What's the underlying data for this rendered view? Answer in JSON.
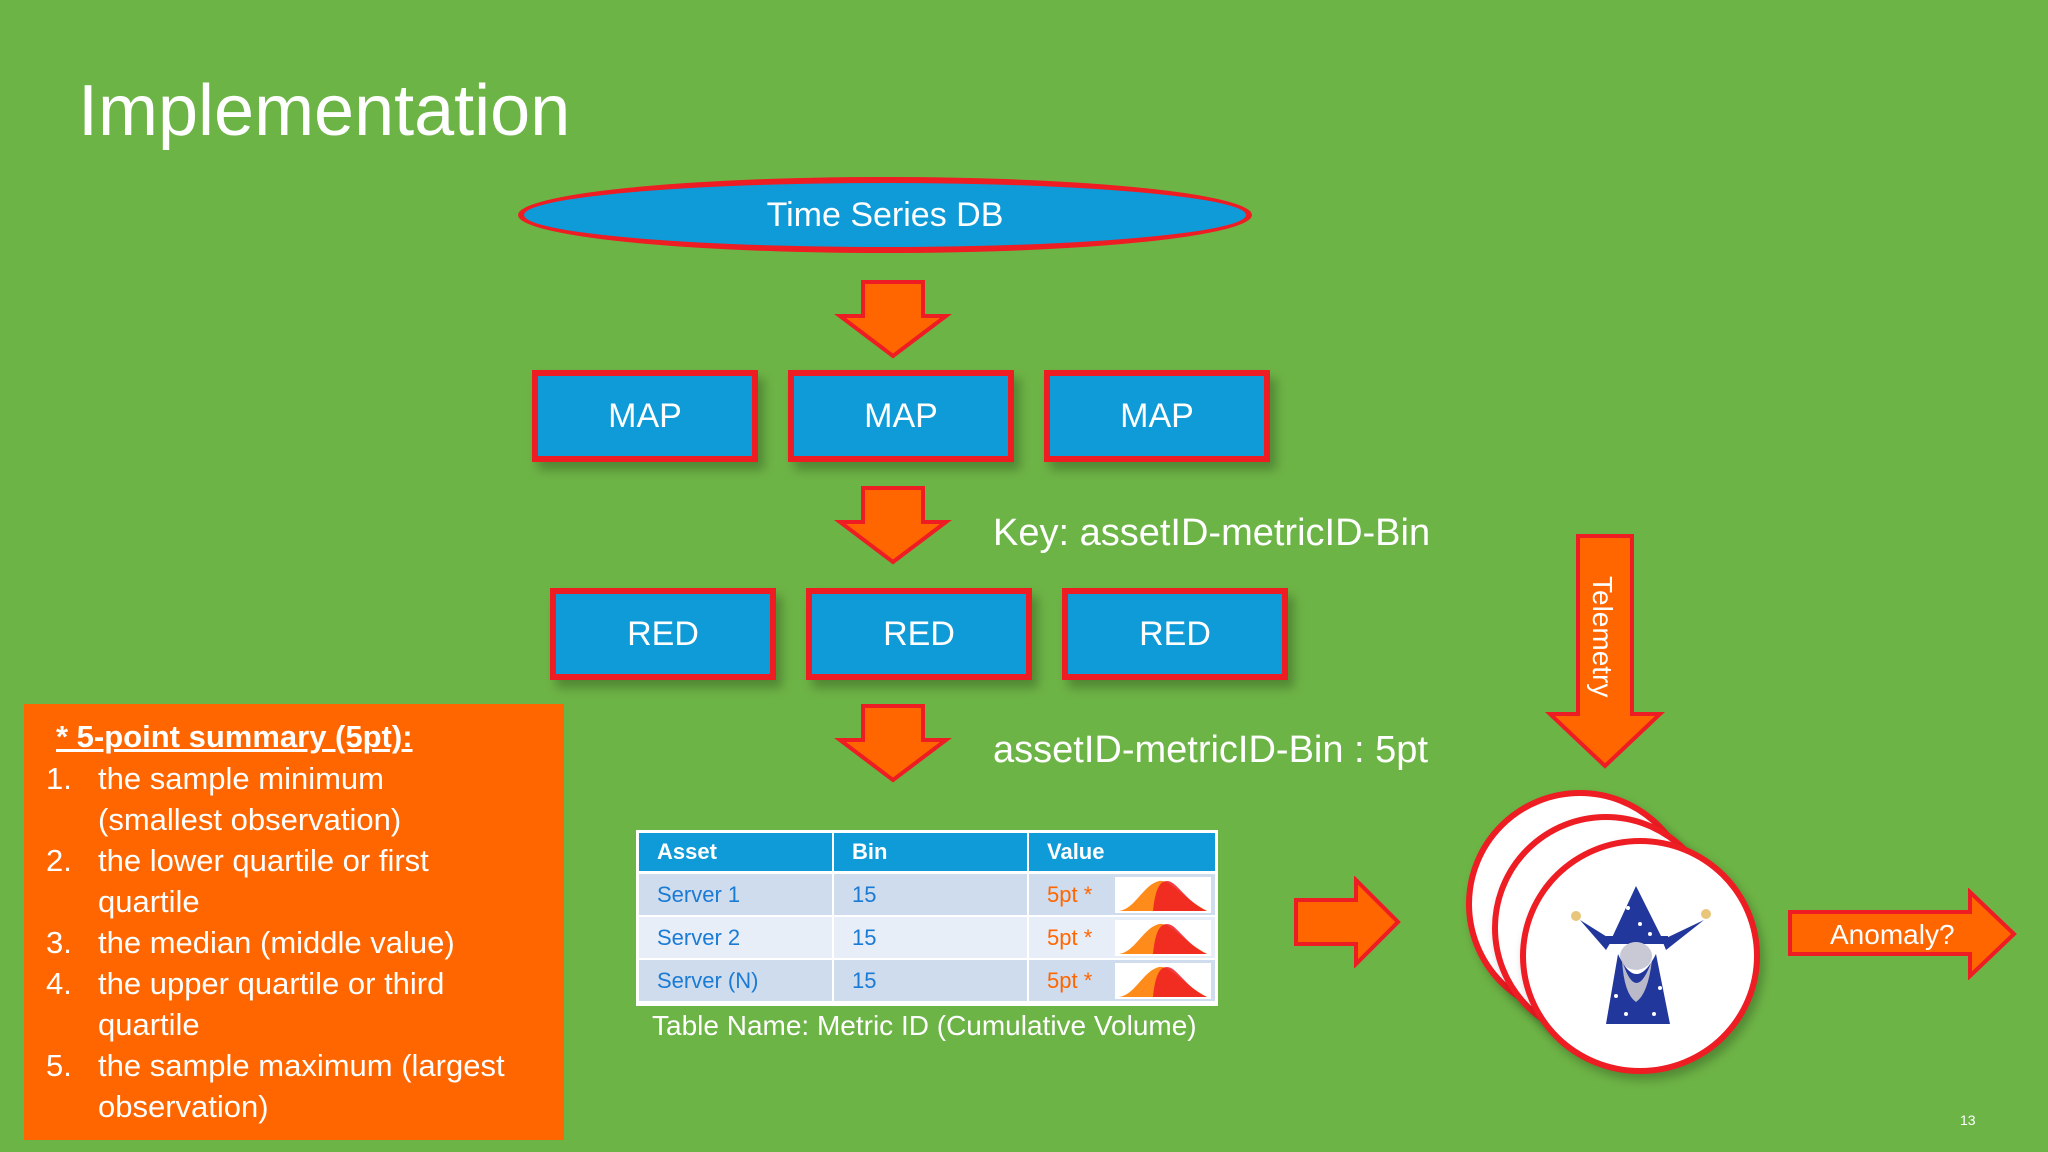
{
  "slide": {
    "title": "Implementation",
    "page_number": "13"
  },
  "diagram": {
    "db_label": "Time Series DB",
    "map_boxes": [
      "MAP",
      "MAP",
      "MAP"
    ],
    "red_boxes": [
      "RED",
      "RED",
      "RED"
    ],
    "key_label": "Key: assetID-metricID-Bin",
    "output_label": "assetID-metricID-Bin : 5pt",
    "telemetry_label": "Telemetry",
    "anomaly_label": "Anomaly?",
    "table_caption": "Table Name: Metric ID (Cumulative Volume)",
    "arrow_color": "#ff6600",
    "box_color": "#0e9bd8",
    "border_color": "#ee1c23"
  },
  "table": {
    "headers": [
      "Asset",
      "Bin",
      "Value"
    ],
    "rows": [
      {
        "asset": "Server 1",
        "bin": "15",
        "value": "5pt *"
      },
      {
        "asset": "Server 2",
        "bin": "15",
        "value": "5pt *"
      },
      {
        "asset": "Server (N)",
        "bin": "15",
        "value": "5pt *"
      }
    ]
  },
  "summary": {
    "title": "* 5-point summary (5pt):",
    "items": [
      {
        "num": "1.",
        "lines": [
          "the sample minimum",
          "(smallest observation)"
        ]
      },
      {
        "num": "2.",
        "lines": [
          "the lower quartile or first",
          "quartile"
        ]
      },
      {
        "num": "3.",
        "lines": [
          "the median (middle value)"
        ]
      },
      {
        "num": "4.",
        "lines": [
          "the upper quartile or third",
          "quartile"
        ]
      },
      {
        "num": "5.",
        "lines": [
          "the sample maximum (largest",
          "observation)"
        ]
      }
    ]
  }
}
